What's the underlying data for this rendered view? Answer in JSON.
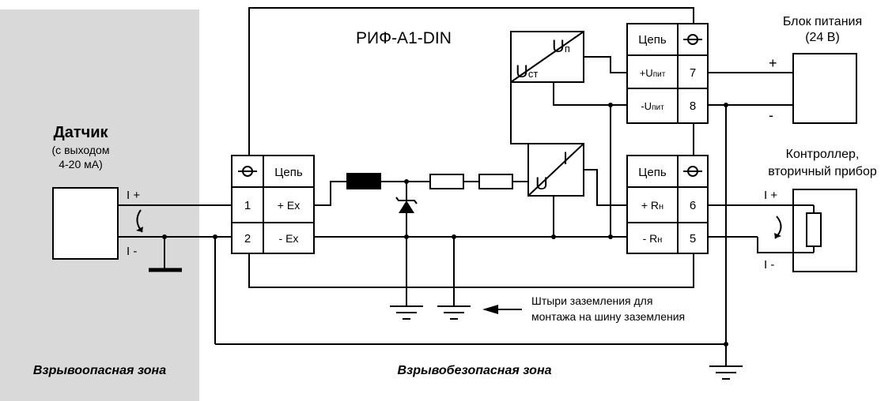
{
  "colors": {
    "hazard_zone": "#d9d9d9",
    "line": "#000000",
    "background": "#ffffff"
  },
  "device": {
    "title": "РИФ-А1-DIN"
  },
  "sensor": {
    "title": "Датчик",
    "subtitle_line1": "(с выходом",
    "subtitle_line2": "4-20 мА)",
    "label_plus": "I +",
    "label_minus": "I -"
  },
  "power_supply": {
    "title_line1": "Блок питания",
    "title_line2": "(24 В)",
    "plus": "+",
    "minus": "-"
  },
  "controller": {
    "title_line1": "Контроллер,",
    "title_line2": "вторичный прибор",
    "label_plus": "I +",
    "label_minus": "I -"
  },
  "converters": {
    "power": {
      "out_label": "U",
      "out_sub": "п",
      "in_label": "U",
      "in_sub": "ст"
    },
    "signal": {
      "in_label": "U",
      "out_label": "I"
    }
  },
  "terminal_blocks": {
    "input": {
      "header": "Цепь",
      "rows": [
        {
          "num": "1",
          "label": "+ Ex"
        },
        {
          "num": "2",
          "label": "- Ex"
        }
      ]
    },
    "power": {
      "header": "Цепь",
      "rows": [
        {
          "num": "7",
          "label": "+U",
          "sub": "пит"
        },
        {
          "num": "8",
          "label": "-U",
          "sub": "пит"
        }
      ]
    },
    "output": {
      "header": "Цепь",
      "rows": [
        {
          "num": "6",
          "label": "+ R",
          "sub": "н"
        },
        {
          "num": "5",
          "label": "- R",
          "sub": "н"
        }
      ]
    }
  },
  "ground_note": {
    "line1": "Штыри заземления для",
    "line2": "монтажа на шину заземления"
  },
  "zones": {
    "hazardous": "Взрывоопасная зона",
    "safe": "Взрывобезопасная зона"
  },
  "icons": {
    "terminal": "terminal-clamp-icon",
    "ground": "ground-icon",
    "diode": "zener-diode-icon",
    "resistor": "resistor-icon",
    "arrow": "arrow-left-icon"
  }
}
